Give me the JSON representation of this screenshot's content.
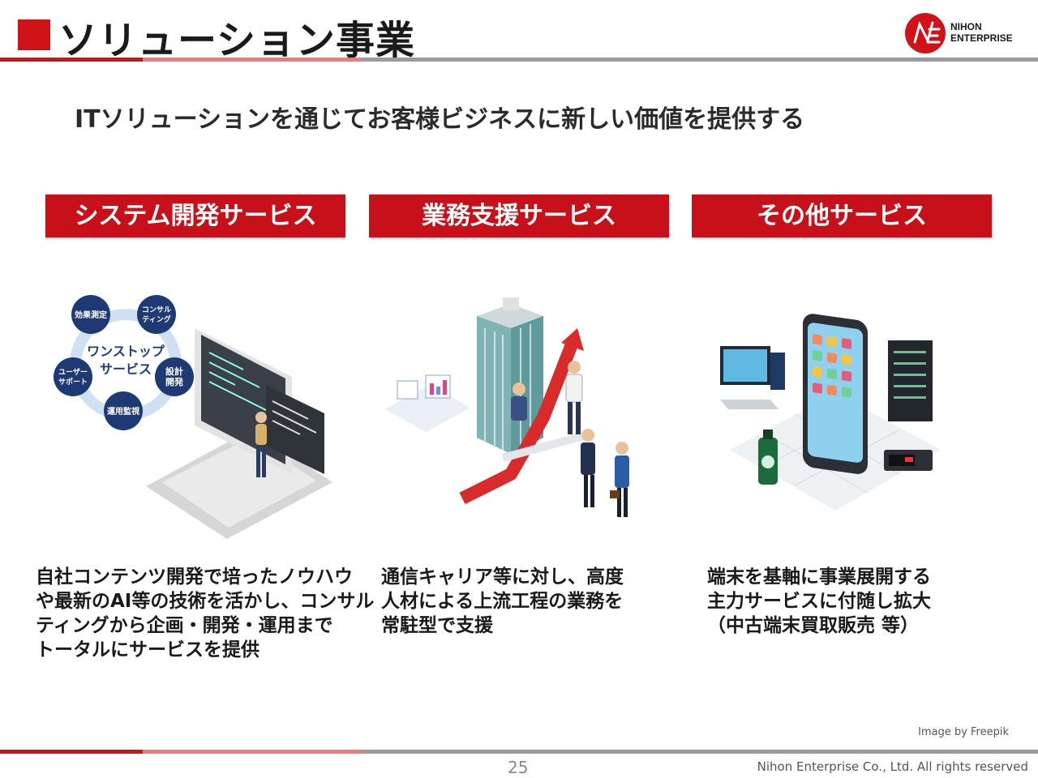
{
  "header": {
    "title": "ソリューション事業",
    "logo_line1": "NIHON",
    "logo_line2": "ENTERPRISE",
    "logo_mark": "NE"
  },
  "subtitle": "ITソリューションを通じてお客様ビジネスに新しい価値を提供する",
  "services": [
    {
      "heading": "システム開発サービス",
      "diagram": {
        "center_line1": "ワンストップ",
        "center_line2": "サービス",
        "nodes": [
          "効果測定",
          "コンサル\nティング",
          "設計\n開発",
          "運用監視",
          "ユーザー\nサポート"
        ]
      },
      "description": [
        "自社コンテンツ開発で培ったノウハウ",
        "や最新のAI等の技術を活かし、コンサル",
        "ティングから企画・開発・運用まで",
        "トータルにサービスを提供"
      ]
    },
    {
      "heading": "業務支援サービス",
      "description": [
        "通信キャリア等に対し、高度",
        "人材による上流工程の業務を",
        "常駐型で支援"
      ]
    },
    {
      "heading": "その他サービス",
      "description": [
        "端末を基軸に事業展開する",
        "主力サービスに付随し拡大",
        "（中古端末買取販売 等）"
      ]
    }
  ],
  "footer": {
    "credit": "Image by Freepik",
    "page_number": "25",
    "copyright": "Nihon Enterprise Co., Ltd. All rights reserved"
  },
  "colors": {
    "brand_red": "#d01219",
    "rule_pink": "#f07a7a",
    "rule_gray": "#9a9a9a"
  }
}
